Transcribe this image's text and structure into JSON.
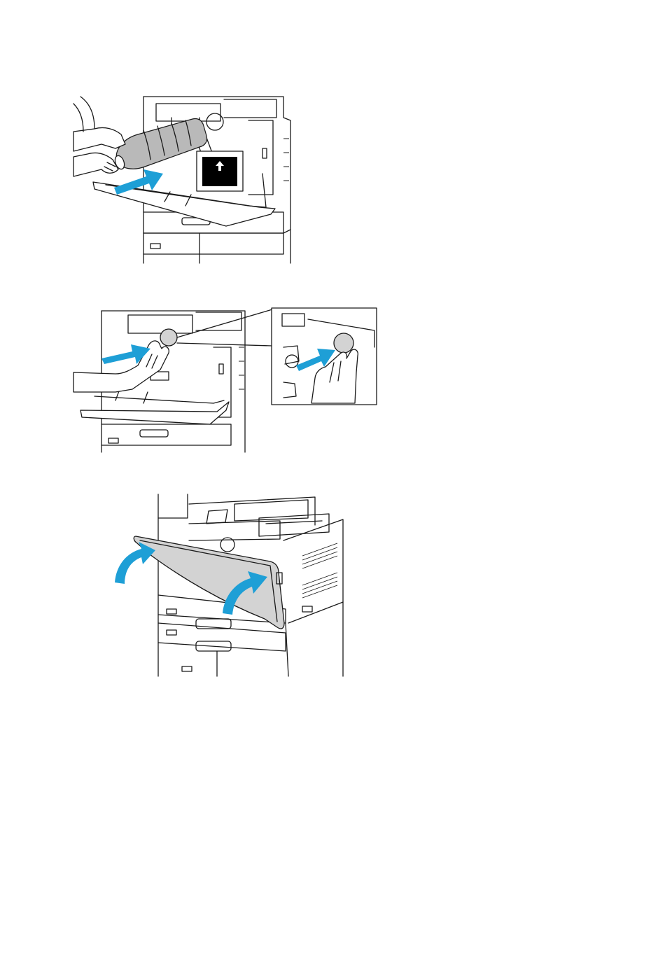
{
  "figures": [
    {
      "id": "fig-1",
      "subject": "insert-toner-cartridge",
      "has_inset": true,
      "inset_icon": "arrow-up-icon"
    },
    {
      "id": "fig-2",
      "subject": "push-cartridge-in",
      "has_inset": true
    },
    {
      "id": "fig-3",
      "subject": "close-front-door",
      "has_inset": false
    }
  ],
  "colors": {
    "arrow": "#1e9fd6",
    "line": "#1a1a1a",
    "toner": "#b9b9b9",
    "door": "#d3d3d3",
    "label_bg": "#000000"
  }
}
